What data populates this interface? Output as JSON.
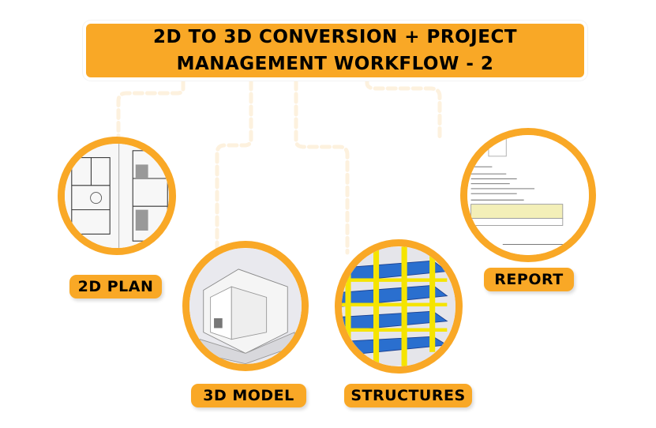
{
  "title": {
    "line1": "2D TO 3D CONVERSION + PROJECT",
    "line2": "MANAGEMENT WORKFLOW - 2"
  },
  "steps": [
    {
      "label": "2D PLAN",
      "icon": "floor-plan-image"
    },
    {
      "label": "3D MODEL",
      "icon": "3d-model-image"
    },
    {
      "label": "STRUCTURES",
      "icon": "structural-frame-image"
    },
    {
      "label": "REPORT",
      "icon": "report-document-image"
    }
  ],
  "colors": {
    "accent": "#F9A826",
    "connector": "#FDF3E3"
  }
}
